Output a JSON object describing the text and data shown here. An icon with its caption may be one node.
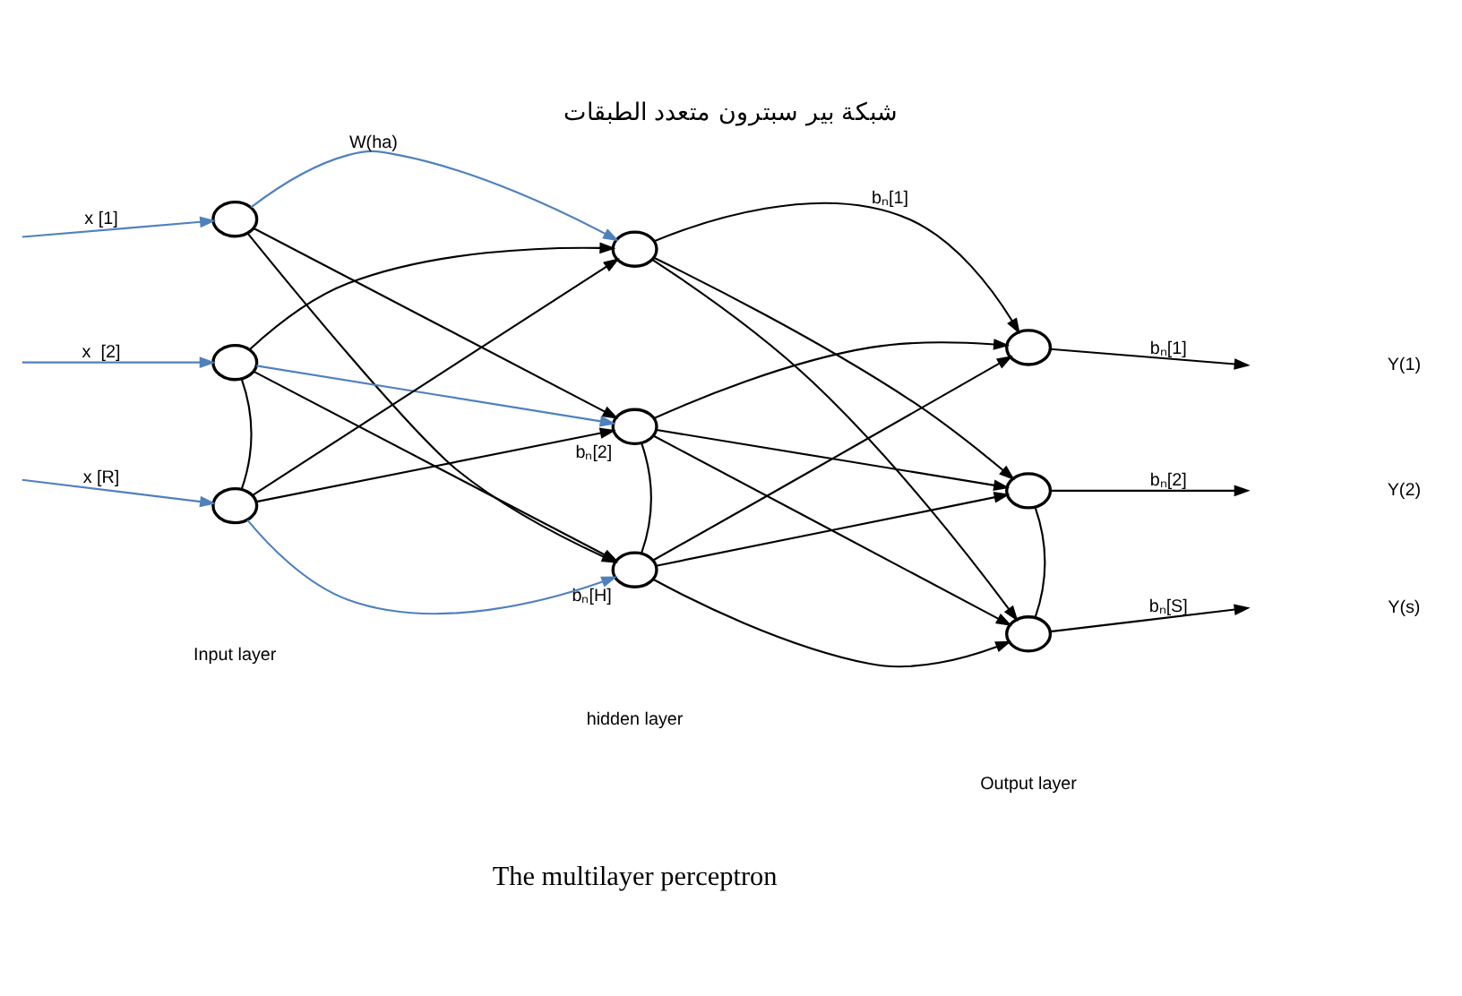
{
  "diagram": {
    "title": "شبكة بير سبترون متعدد الطبقات",
    "caption": "The multilayer perceptron",
    "nodes": [
      {
        "text": [],
        "shape": "circle"
      },
      {
        "text": [],
        "shape": "circle"
      },
      {
        "text": [],
        "shape": "circle"
      },
      {
        "text": [],
        "shape": "circle"
      },
      {
        "text": [],
        "shape": "circle",
        "beside": [
          "bₙ[2]"
        ]
      },
      {
        "text": [],
        "shape": "circle",
        "beside": [
          "bₙ[H]"
        ]
      },
      {
        "text": [],
        "shape": "circle"
      },
      {
        "text": [],
        "shape": "circle"
      },
      {
        "text": [],
        "shape": "circle"
      }
    ],
    "edges": [
      {
        "from": null,
        "to": 0,
        "arrow": "to",
        "label": "x [1]",
        "color": "#4f81bd"
      },
      {
        "from": null,
        "to": 1,
        "arrow": "to",
        "label": "x  [2]",
        "color": "#4f81bd"
      },
      {
        "from": null,
        "to": 2,
        "arrow": "to",
        "label": "x [R]",
        "color": "#4f81bd"
      },
      {
        "from": 0,
        "to": 3,
        "arrow": "to",
        "label": "W(ha)",
        "color": "#4f81bd"
      },
      {
        "from": 0,
        "to": 4,
        "arrow": "to"
      },
      {
        "from": 0,
        "to": 5,
        "arrow": "to"
      },
      {
        "from": 1,
        "to": 3,
        "arrow": "to"
      },
      {
        "from": 1,
        "to": 4,
        "arrow": "to",
        "color": "#4f81bd"
      },
      {
        "from": 1,
        "to": 5,
        "arrow": "to"
      },
      {
        "from": 2,
        "to": 3,
        "arrow": "to"
      },
      {
        "from": 2,
        "to": 4,
        "arrow": "to"
      },
      {
        "from": 2,
        "to": 5,
        "arrow": "to",
        "color": "#4f81bd"
      },
      {
        "from": 3,
        "to": 6,
        "arrow": "to",
        "label": "bₙ[1]"
      },
      {
        "from": 3,
        "to": 7,
        "arrow": "to"
      },
      {
        "from": 3,
        "to": 8,
        "arrow": "to"
      },
      {
        "from": 4,
        "to": 6,
        "arrow": "to"
      },
      {
        "from": 4,
        "to": 7,
        "arrow": "to"
      },
      {
        "from": 4,
        "to": 8,
        "arrow": "to"
      },
      {
        "from": 5,
        "to": 6,
        "arrow": "to"
      },
      {
        "from": 5,
        "to": 7,
        "arrow": "to"
      },
      {
        "from": 5,
        "to": 8,
        "arrow": "to"
      },
      {
        "from": 1,
        "to": 2,
        "arrow": "none"
      },
      {
        "from": 4,
        "to": 5,
        "arrow": "none"
      },
      {
        "from": 7,
        "to": 8,
        "arrow": "none"
      },
      {
        "from": 6,
        "to": null,
        "arrow": "to",
        "label": "bₙ[1]"
      },
      {
        "from": 7,
        "to": null,
        "arrow": "to",
        "label": "bₙ[2]"
      },
      {
        "from": 8,
        "to": null,
        "arrow": "to",
        "label": "bₙ[S]"
      }
    ],
    "labels": [
      "Y(1)",
      "Y(2)",
      "Y(s)",
      "Input layer",
      "hidden layer",
      "Output layer"
    ]
  }
}
